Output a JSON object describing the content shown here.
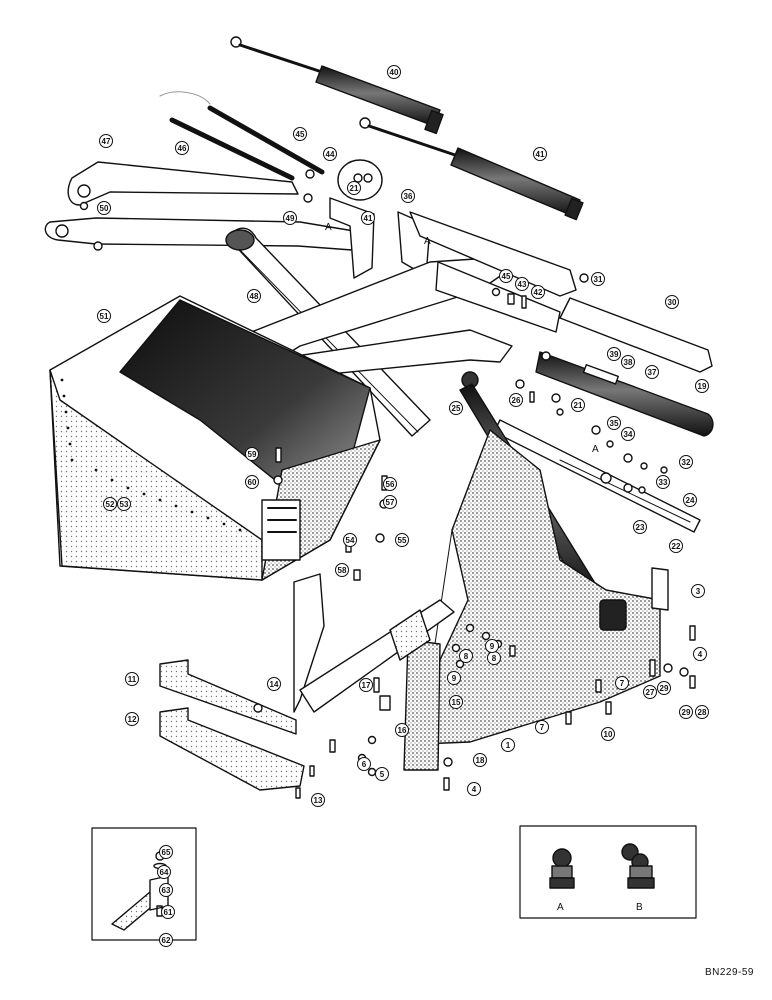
{
  "drawing_code": "BN229-59",
  "inset_labels": [
    "A",
    "B"
  ],
  "frame_letters": [
    "A",
    "A"
  ],
  "callouts": [
    "1",
    "3",
    "4",
    "4",
    "5",
    "6",
    "7",
    "7",
    "8",
    "8",
    "9",
    "9",
    "10",
    "11",
    "12",
    "13",
    "14",
    "15",
    "16",
    "17",
    "18",
    "19",
    "21",
    "21",
    "22",
    "23",
    "24",
    "25",
    "26",
    "27",
    "28",
    "29",
    "29",
    "30",
    "31",
    "32",
    "33",
    "34",
    "35",
    "36",
    "37",
    "38",
    "39",
    "40",
    "41",
    "41",
    "42",
    "43",
    "44",
    "45",
    "45",
    "46",
    "47",
    "48",
    "49",
    "50",
    "51",
    "52",
    "53",
    "54",
    "55",
    "56",
    "57",
    "58",
    "59",
    "60",
    "61",
    "62",
    "63",
    "64",
    "65"
  ],
  "colors": {
    "ink": "#111111",
    "paper": "#ffffff",
    "shade": "#4a4a4a",
    "halftone": "#8a8a8a"
  }
}
